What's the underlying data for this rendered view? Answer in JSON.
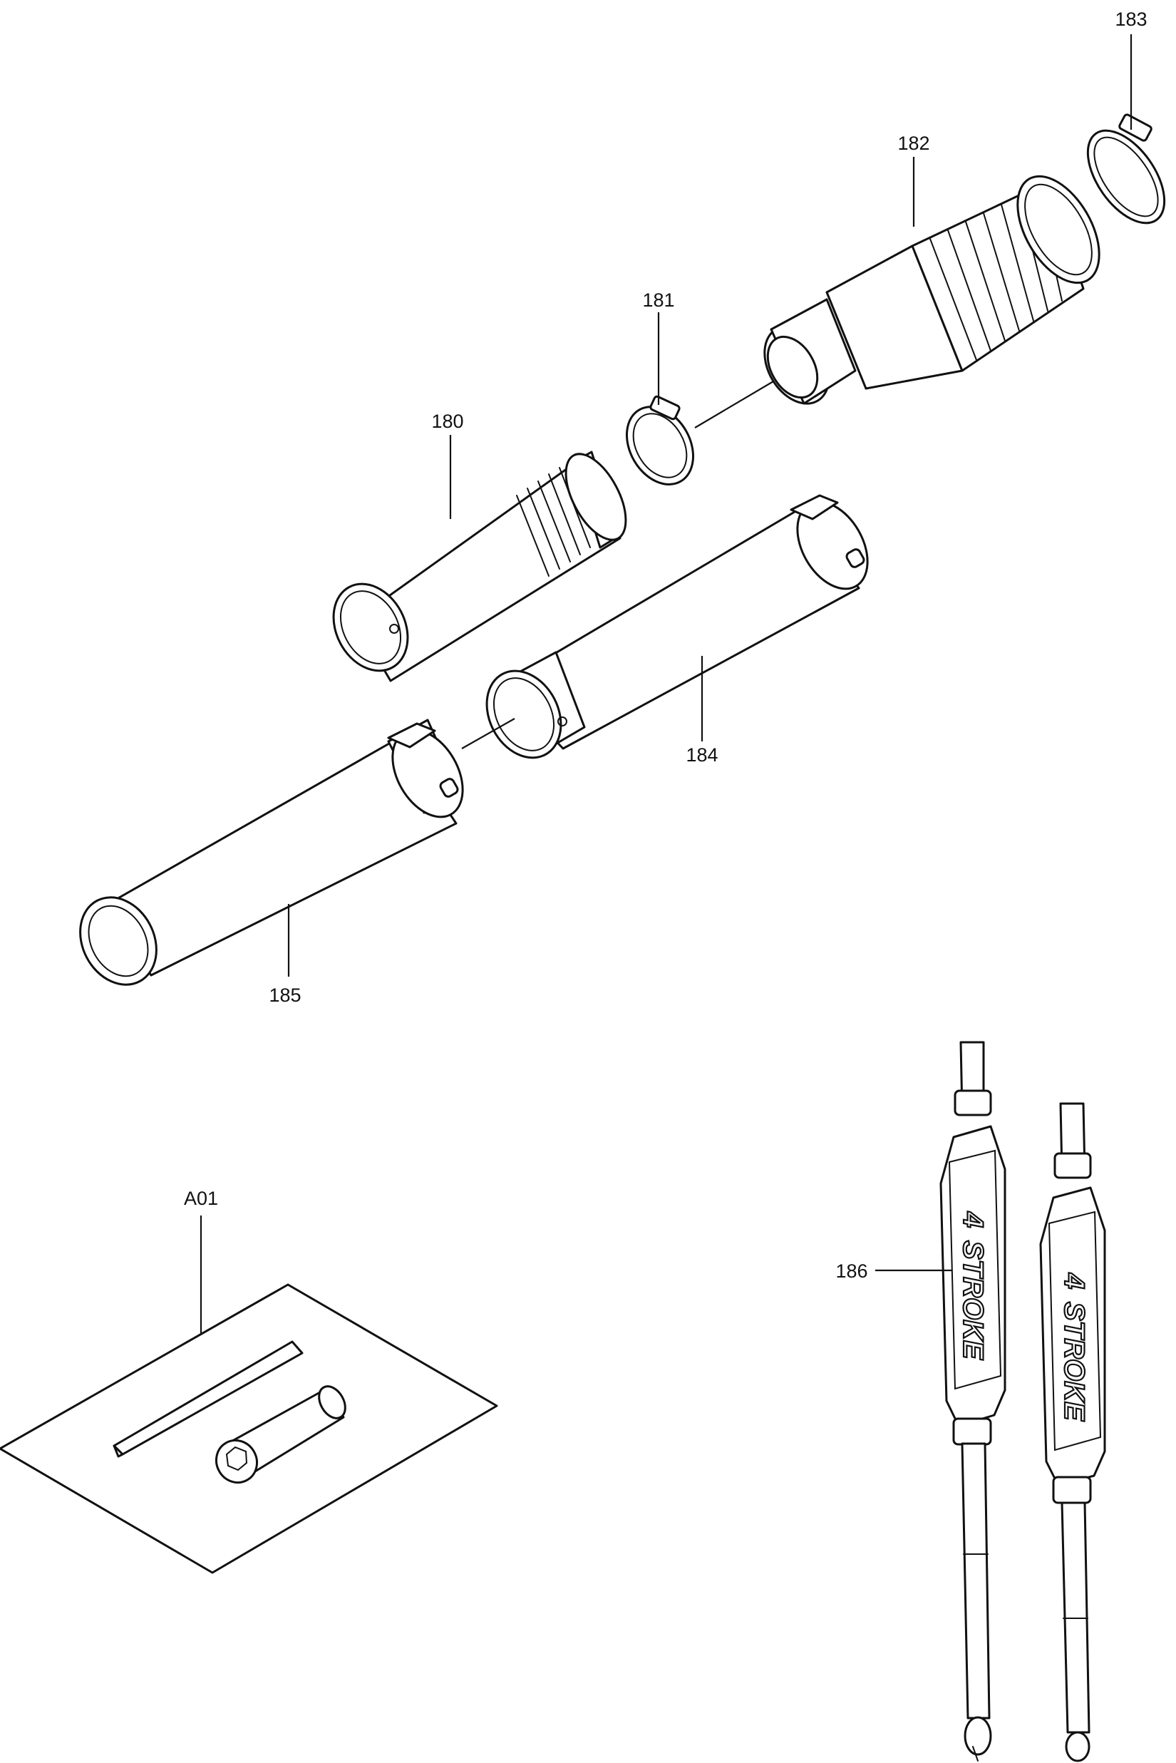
{
  "callouts": {
    "p180": "180",
    "p181": "181",
    "p182": "182",
    "p183": "183",
    "p184": "184",
    "p185": "185",
    "p186": "186",
    "a01": "A01"
  },
  "strap_logo": {
    "front": "STROKE",
    "back": "STROKE",
    "mark": "4"
  }
}
